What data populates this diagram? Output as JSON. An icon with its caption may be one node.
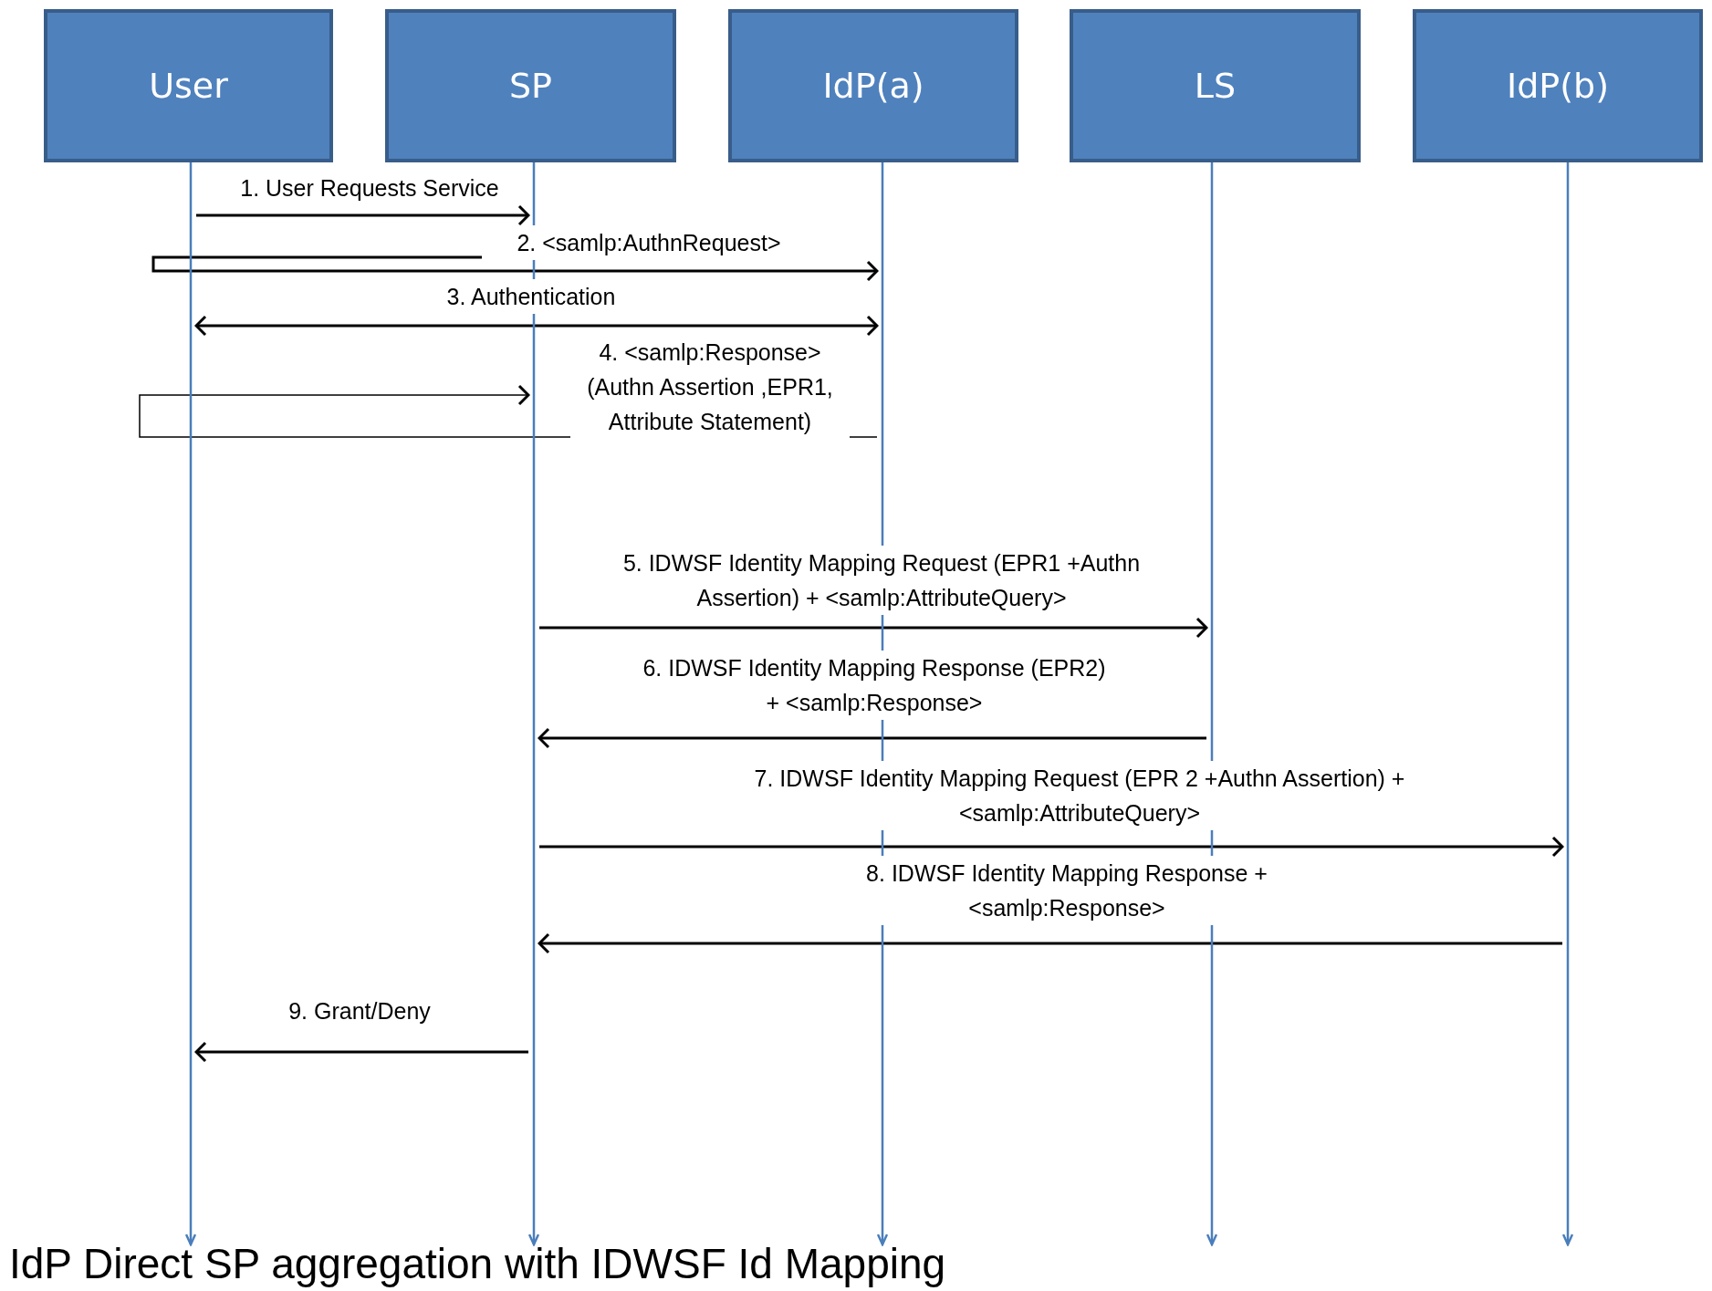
{
  "diagram": {
    "title": "IdP Direct SP aggregation with IDWSF Id Mapping",
    "nodes": [
      {
        "text": [
          "User"
        ]
      },
      {
        "text": [
          "SP"
        ]
      },
      {
        "text": [
          "IdP(a)"
        ]
      },
      {
        "text": [
          "LS"
        ]
      },
      {
        "text": [
          "IdP(b)"
        ]
      },
      {
        "text": [],
        "shape": "line"
      },
      {
        "text": [],
        "shape": "line"
      },
      {
        "text": [],
        "shape": "line"
      },
      {
        "text": [],
        "shape": "line"
      },
      {
        "text": [],
        "shape": "line"
      }
    ],
    "edges": [
      {
        "from": 5,
        "to": 6,
        "arrow": "to",
        "label": "1. User Requests Service"
      },
      {
        "from": 6,
        "to": 7,
        "arrow": "to",
        "label": "2. <samlp:AuthnRequest>"
      },
      {
        "from": 5,
        "to": 7,
        "arrow": "both",
        "label": "3. Authentication"
      },
      {
        "from": 7,
        "to": 6,
        "arrow": "to",
        "label": "4. <samlp:Response> (Authn Assertion ,EPR1, Attribute Statement)"
      },
      {
        "from": 6,
        "to": 8,
        "arrow": "to",
        "label": "5. IDWSF Identity Mapping Request (EPR1 +Authn Assertion) + <samlp:AttributeQuery>"
      },
      {
        "from": 8,
        "to": 6,
        "arrow": "to",
        "label": "6. IDWSF Identity Mapping Response (EPR2) + <samlp:Response>"
      },
      {
        "from": 6,
        "to": 9,
        "arrow": "to",
        "label": "7. IDWSF Identity Mapping Request (EPR 2 +Authn Assertion) + <samlp:AttributeQuery>"
      },
      {
        "from": 9,
        "to": 6,
        "arrow": "to",
        "label": "8. IDWSF Identity Mapping Response + <samlp:Response>"
      },
      {
        "from": 6,
        "to": 5,
        "arrow": "to",
        "label": "9. Grant/Deny"
      }
    ]
  }
}
